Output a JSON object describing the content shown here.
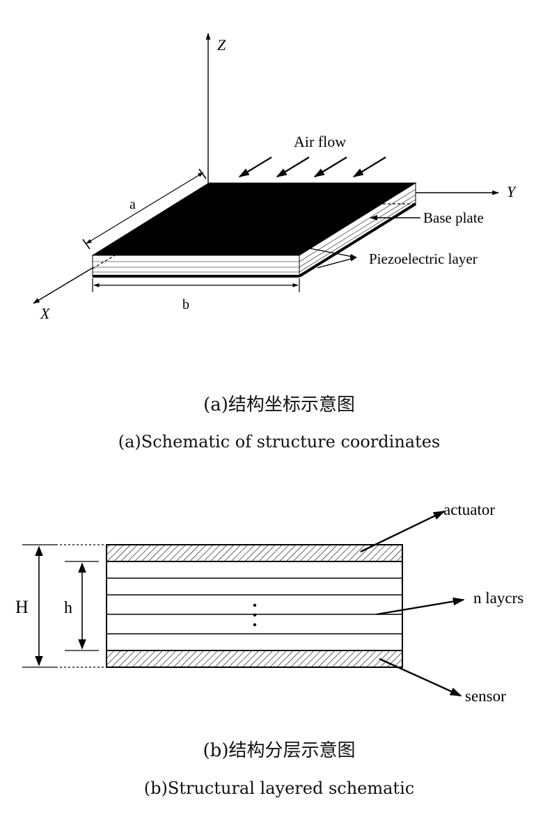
{
  "figure_a": {
    "axes": {
      "z": "Z",
      "y": "Y",
      "x": "X"
    },
    "dims": {
      "a": "a",
      "b": "b"
    },
    "labels": {
      "air_flow": "Air flow",
      "base_plate": "Base plate",
      "piezo_layer": "Piezoelectric layer"
    },
    "caption_cn": "(a)结构坐标示意图",
    "caption_en": "(a)Schematic of structure coordinates"
  },
  "figure_b": {
    "dims": {
      "H": "H",
      "h": "h"
    },
    "labels": {
      "actuator": "actuator",
      "n_layers": "n laycrs",
      "sensor": "sensor"
    },
    "caption_cn": "(b)结构分层示意图",
    "caption_en": "(b)Structural layered schematic"
  },
  "colors": {
    "ink": "#000000",
    "background": "#ffffff"
  }
}
